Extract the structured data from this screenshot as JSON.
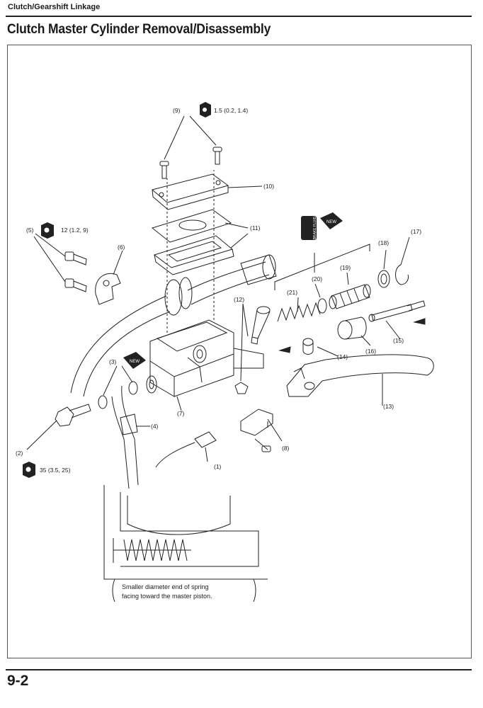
{
  "header": {
    "section": "Clutch/Gearshift Linkage"
  },
  "title": "Clutch Master Cylinder Removal/Disassembly",
  "footer": {
    "page_number": "9-2"
  },
  "diagram": {
    "callouts": {
      "c1": "(1)",
      "c2": "(2)",
      "c3": "(3)",
      "c4": "(4)",
      "c5": "(5)",
      "c6": "(6)",
      "c7": "(7)",
      "c8": "(8)",
      "c9": "(9)",
      "c10": "(10)",
      "c11": "(11)",
      "c12": "(12)",
      "c13": "(13)",
      "c14": "(14)",
      "c15": "(15)",
      "c16": "(16)",
      "c17": "(17)",
      "c18": "(18)",
      "c19": "(19)",
      "c20": "(20)",
      "c21": "(21)"
    },
    "torque": {
      "t9": "1.5 (0.2, 1.4)",
      "t5": "12 (1.2, 9)",
      "t2": "35 (3.5, 25)"
    },
    "badges": {
      "new_left": "NEW",
      "new_right": "NEW",
      "brake_fluid": "BRAKE FLUID"
    },
    "inset_note": {
      "line1": "Smaller diameter end of spring",
      "line2": "facing toward the master piston."
    }
  }
}
